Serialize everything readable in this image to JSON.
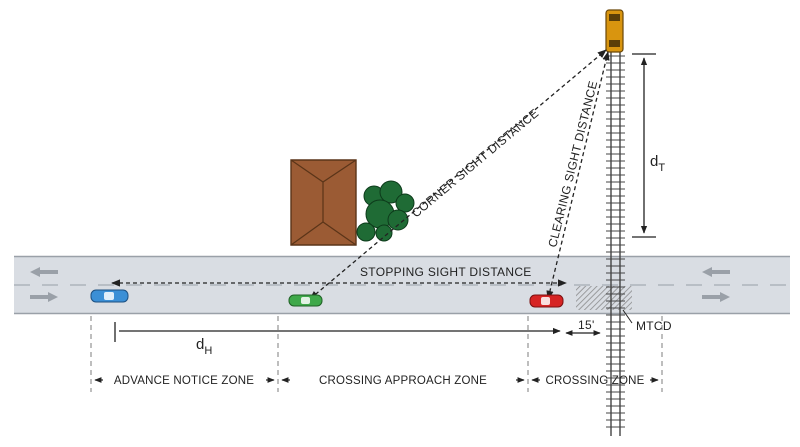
{
  "labels": {
    "corner_sight_distance": "CORNER SIGHT DISTANCE",
    "clearing_sight_distance": "CLEARING SIGHT DISTANCE",
    "stopping_sight_distance": "STOPPING SIGHT DISTANCE",
    "d_t": "d",
    "d_t_sub": "T",
    "d_h": "d",
    "d_h_sub": "H",
    "fifteen_ft": "15'",
    "mtcd": "MTCD"
  },
  "zones": {
    "advance_notice": "ADVANCE NOTICE ZONE",
    "crossing_approach": "CROSSING APPROACH ZONE",
    "crossing": "CROSSING ZONE"
  },
  "colors": {
    "road": "#d9dde3",
    "road_edge": "#9aa0a8",
    "building_roof": "#9b5b34",
    "building_outline": "#5a3418",
    "trees": "#1f6b35",
    "car_blue": "#3b8fd6",
    "car_green": "#3fa84a",
    "car_red": "#d62424",
    "train": "#d9950f",
    "rail": "#444444"
  },
  "icons": {
    "vehicles": [
      "car-blue-icon",
      "car-green-icon",
      "car-red-icon",
      "train-icon"
    ],
    "lane_arrows": [
      "arrow-left-icon",
      "arrow-right-icon"
    ]
  }
}
